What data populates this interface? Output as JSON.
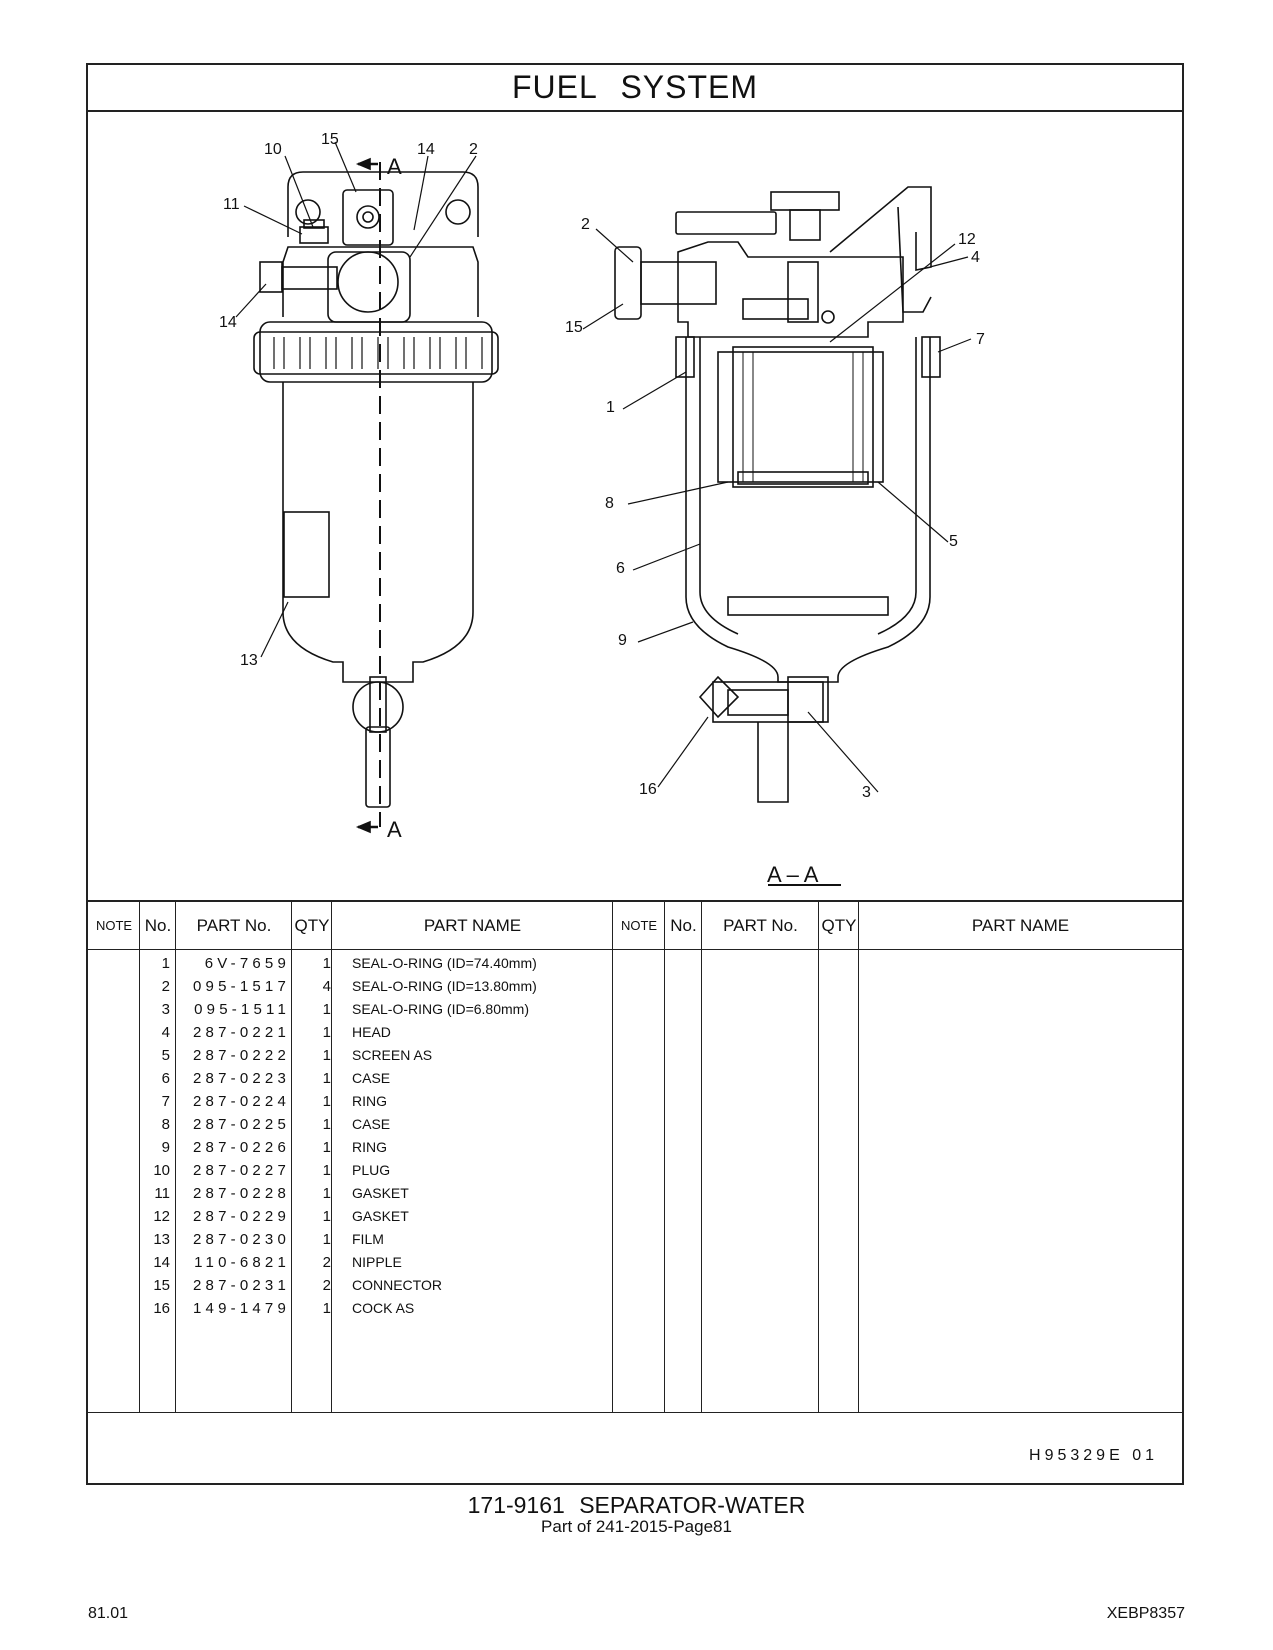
{
  "header": {
    "title": "FUEL SYSTEM"
  },
  "drawing": {
    "callouts_left": [
      "10",
      "15",
      "14",
      "2",
      "11",
      "14",
      "13",
      "A",
      "A"
    ],
    "callouts_right": [
      "12",
      "2",
      "4",
      "15",
      "7",
      "1",
      "8",
      "5",
      "6",
      "9",
      "16",
      "3"
    ],
    "section_label": "A – A"
  },
  "table": {
    "headers": {
      "note": "NOTE",
      "no": "No.",
      "part_no": "PART No.",
      "qty": "QTY",
      "part_name": "PART NAME"
    },
    "rows": [
      {
        "no": "1",
        "part_no": "6V-7659",
        "qty": "1",
        "name": "SEAL-O-RING (ID=74.40mm)"
      },
      {
        "no": "2",
        "part_no": "095-1517",
        "qty": "4",
        "name": "SEAL-O-RING (ID=13.80mm)"
      },
      {
        "no": "3",
        "part_no": "095-1511",
        "qty": "1",
        "name": "SEAL-O-RING (ID=6.80mm)"
      },
      {
        "no": "4",
        "part_no": "287-0221",
        "qty": "1",
        "name": "HEAD"
      },
      {
        "no": "5",
        "part_no": "287-0222",
        "qty": "1",
        "name": "SCREEN AS"
      },
      {
        "no": "6",
        "part_no": "287-0223",
        "qty": "1",
        "name": "CASE"
      },
      {
        "no": "7",
        "part_no": "287-0224",
        "qty": "1",
        "name": "RING"
      },
      {
        "no": "8",
        "part_no": "287-0225",
        "qty": "1",
        "name": "CASE"
      },
      {
        "no": "9",
        "part_no": "287-0226",
        "qty": "1",
        "name": "RING"
      },
      {
        "no": "10",
        "part_no": "287-0227",
        "qty": "1",
        "name": "PLUG"
      },
      {
        "no": "11",
        "part_no": "287-0228",
        "qty": "1",
        "name": "GASKET"
      },
      {
        "no": "12",
        "part_no": "287-0229",
        "qty": "1",
        "name": "GASKET"
      },
      {
        "no": "13",
        "part_no": "287-0230",
        "qty": "1",
        "name": "FILM"
      },
      {
        "no": "14",
        "part_no": "110-6821",
        "qty": "2",
        "name": "NIPPLE"
      },
      {
        "no": "15",
        "part_no": "287-0231",
        "qty": "2",
        "name": "CONNECTOR"
      },
      {
        "no": "16",
        "part_no": "149-1479",
        "qty": "1",
        "name": "COCK AS"
      }
    ],
    "drawing_number": "H95329E 01"
  },
  "footer": {
    "title": "171-9161 SEPARATOR-WATER",
    "subtitle": "Part of 241-2015-Page81",
    "page_left": "81.01",
    "page_right": "XEBP8357"
  }
}
